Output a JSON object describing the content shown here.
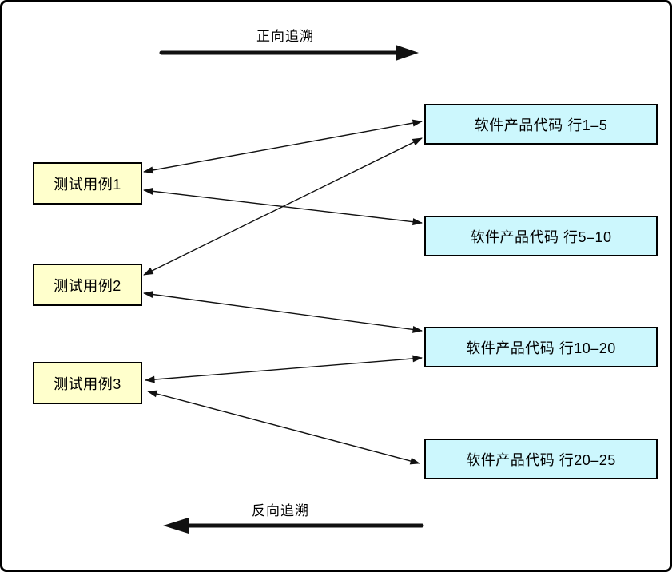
{
  "diagram": {
    "forward_label": "正向追溯",
    "backward_label": "反向追溯",
    "test_cases": [
      {
        "id": "tc1",
        "label": "测试用例1"
      },
      {
        "id": "tc2",
        "label": "测试用例2"
      },
      {
        "id": "tc3",
        "label": "测试用例3"
      }
    ],
    "code_blocks": [
      {
        "id": "code1",
        "label": "软件产品代码 行1–5"
      },
      {
        "id": "code2",
        "label": "软件产品代码 行5–10"
      },
      {
        "id": "code3",
        "label": "软件产品代码 行10–20"
      },
      {
        "id": "code4",
        "label": "软件产品代码 行20–25"
      }
    ],
    "links": [
      {
        "from": "tc1",
        "to": "code1",
        "bidirectional": true
      },
      {
        "from": "tc1",
        "to": "code2",
        "bidirectional": true
      },
      {
        "from": "tc2",
        "to": "code1",
        "bidirectional": true
      },
      {
        "from": "tc2",
        "to": "code3",
        "bidirectional": true
      },
      {
        "from": "tc3",
        "to": "code3",
        "bidirectional": true
      },
      {
        "from": "tc3",
        "to": "code4",
        "bidirectional": true
      }
    ],
    "colors": {
      "test_case_fill": "#FFFFCC",
      "code_block_fill": "#CCF7FD",
      "node_border": "#000000",
      "arrow": "#111111"
    }
  }
}
